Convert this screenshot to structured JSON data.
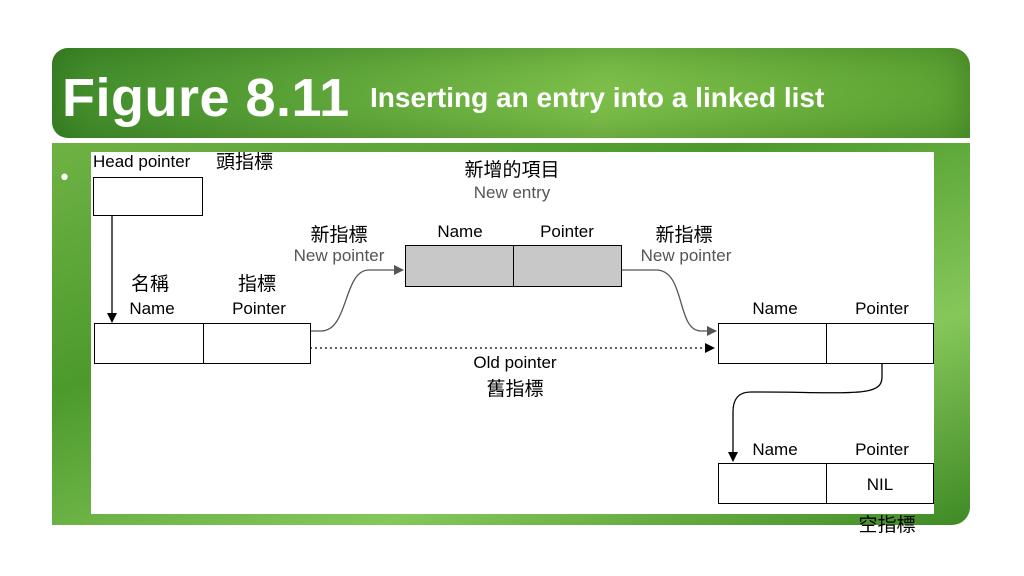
{
  "slide": {
    "title": "Figure 8.11",
    "subtitle": "Inserting an entry into a linked list",
    "bullet": "•"
  },
  "diagram": {
    "head": {
      "en": "Head pointer",
      "zh": "頭指標"
    },
    "first_node": {
      "name_zh": "名稱",
      "name_en": "Name",
      "pointer_zh": "指標",
      "pointer_en": "Pointer"
    },
    "new_entry": {
      "zh": "新增的項目",
      "en": "New entry",
      "name": "Name",
      "pointer": "Pointer"
    },
    "new_pointer_left": {
      "zh": "新指標",
      "en": "New pointer"
    },
    "new_pointer_right": {
      "zh": "新指標",
      "en": "New pointer"
    },
    "old_pointer": {
      "en": "Old pointer",
      "zh": "舊指標"
    },
    "node_right": {
      "name": "Name",
      "pointer": "Pointer"
    },
    "node_last": {
      "name": "Name",
      "pointer": "Pointer",
      "nil": "NIL",
      "nil_zh": "空指標"
    }
  },
  "colors": {
    "banner": "#5ea63a",
    "new_entry_fill": "#c8c8c8",
    "arrow": "#000000",
    "grey_arrow": "#666666"
  }
}
